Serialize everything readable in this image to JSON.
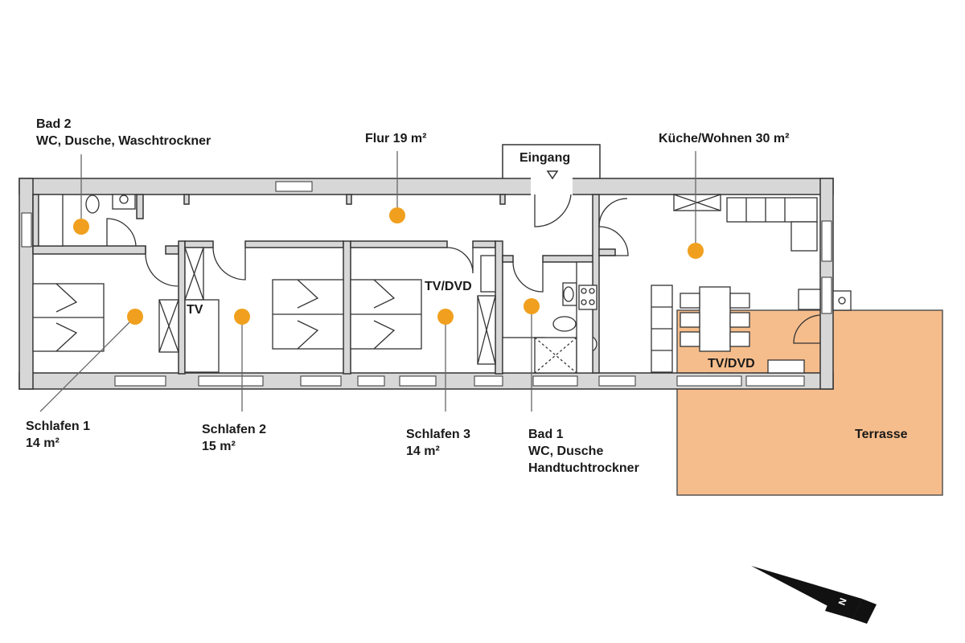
{
  "labels": {
    "bad2": {
      "line1": "Bad 2",
      "line2": "WC, Dusche, Waschtrockner"
    },
    "flur": {
      "line1": "Flur 19 m²"
    },
    "eingang": {
      "line1": "Eingang"
    },
    "kueche": {
      "line1": "Küche/Wohnen 30 m²"
    },
    "schlafen1": {
      "line1": "Schlafen 1",
      "line2": "14 m²"
    },
    "schlafen2": {
      "line1": "Schlafen 2",
      "line2": "15 m²"
    },
    "schlafen3": {
      "line1": "Schlafen 3",
      "line2": "14 m²"
    },
    "bad1": {
      "line1": "Bad 1",
      "line2": "WC, Dusche",
      "line3": "Handtuchtrockner"
    },
    "terrasse": {
      "line1": "Terrasse"
    },
    "tv_schlafen2": "TV",
    "tv_schlafen3": "TV/DVD",
    "tv_wohnen": "TV/DVD"
  },
  "colors": {
    "marker": "#f0a01e",
    "terrace_fill": "#f6bd8c",
    "wall_fill": "#d7d7d7",
    "line": "#333333"
  },
  "icons": [
    "north-arrow-icon",
    "room-marker-dot"
  ]
}
